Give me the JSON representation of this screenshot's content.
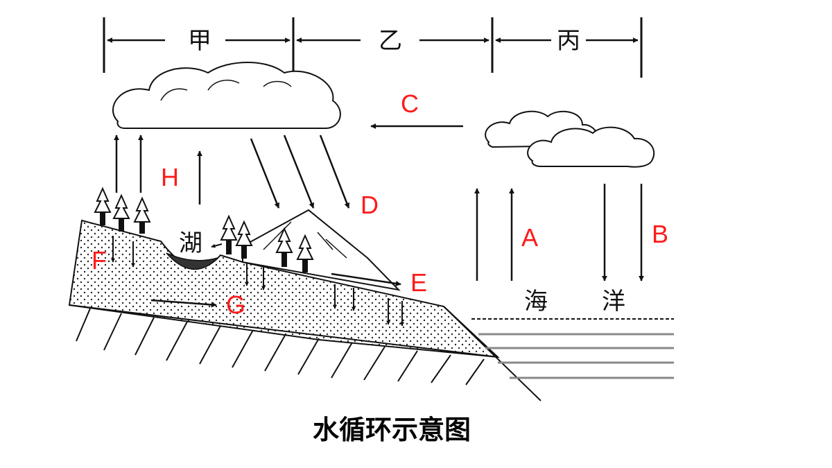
{
  "zones": {
    "jia": "甲",
    "yi": "乙",
    "bing": "丙"
  },
  "labels": {
    "A": "A",
    "B": "B",
    "C": "C",
    "D": "D",
    "E": "E",
    "F": "F",
    "G": "G",
    "H": "H"
  },
  "places": {
    "lake": "湖",
    "sea_1": "海",
    "sea_2": "洋"
  },
  "title": "水循环示意图",
  "colors": {
    "label_red": "#ff1a1a",
    "line": "#111111"
  }
}
